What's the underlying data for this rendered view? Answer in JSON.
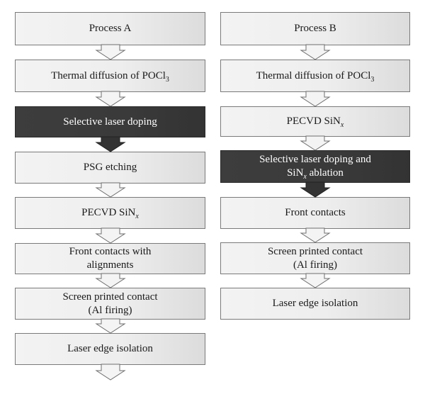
{
  "columns": [
    {
      "steps": [
        {
          "text": "Process A",
          "highlight": false
        },
        {
          "text": "Thermal diffusion of POCl",
          "sub": "3",
          "highlight": false
        },
        {
          "text": "Selective laser doping",
          "highlight": true
        },
        {
          "text": "PSG etching",
          "highlight": false
        },
        {
          "text": "PECVD SiN",
          "sub": "x",
          "highlight": false
        },
        {
          "lines": [
            "Front contacts with",
            "alignments"
          ],
          "highlight": false
        },
        {
          "lines": [
            "Screen printed contact",
            "(Al firing)"
          ],
          "highlight": false
        },
        {
          "text": "Laser edge isolation",
          "highlight": false
        }
      ]
    },
    {
      "steps": [
        {
          "text": "Process B",
          "highlight": false
        },
        {
          "text": "Thermal diffusion of POCl",
          "sub": "3",
          "highlight": false
        },
        {
          "text": "PECVD SiN",
          "sub": "x",
          "highlight": false
        },
        {
          "lines": [
            "Selective laser doping and",
            "SiN"
          ],
          "line2_sub": "x",
          "line2_after": " ablation",
          "highlight": true
        },
        {
          "text": "Front contacts",
          "highlight": false
        },
        {
          "lines": [
            "Screen printed contact",
            "(Al firing)"
          ],
          "highlight": false
        },
        {
          "text": "Laser edge isolation",
          "highlight": false
        }
      ]
    }
  ],
  "colors": {
    "box_light": "#eeeeee",
    "box_dark": "#3a3a3a",
    "arrow_light": "#f4f4f4",
    "arrow_dark": "#333333",
    "border": "#7a7a7a"
  }
}
